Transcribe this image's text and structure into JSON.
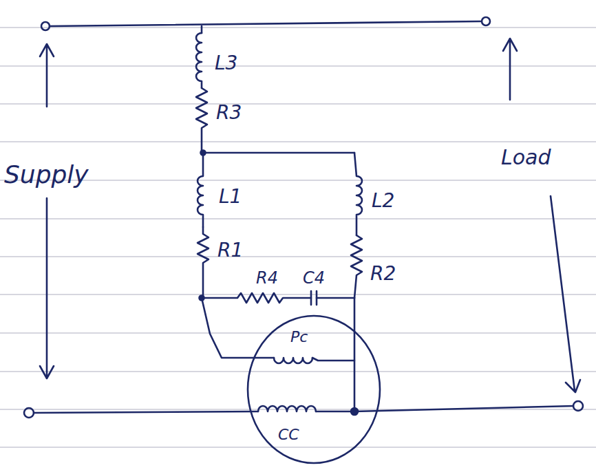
{
  "diagram": {
    "nodes": [
      {
        "text": [
          "Pc",
          "CC"
        ]
      }
    ],
    "labels": [
      "Supply",
      "L3",
      "R3",
      "L1",
      "L2",
      "R1",
      "R4",
      "C4",
      "R2",
      "Load"
    ]
  }
}
